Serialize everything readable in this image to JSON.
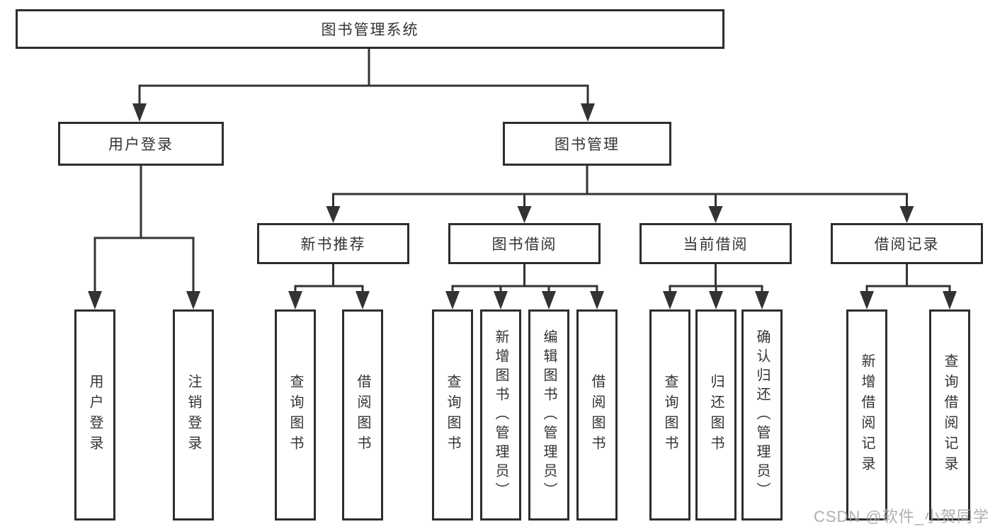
{
  "diagram": {
    "root": {
      "label": "图书管理系统"
    },
    "branches": [
      {
        "label": "用户登录",
        "children": [
          "用户登录",
          "注销登录"
        ]
      },
      {
        "label": "图书管理",
        "sections": [
          {
            "label": "新书推荐",
            "children": [
              "查询图书",
              "借阅图书"
            ]
          },
          {
            "label": "图书借阅",
            "children": [
              "查询图书",
              "新增图书（管理员）",
              "编辑图书（管理员）",
              "借阅图书"
            ]
          },
          {
            "label": "当前借阅",
            "children": [
              "查询图书",
              "归还图书",
              "确认归还（管理员）"
            ]
          },
          {
            "label": "借阅记录",
            "children": [
              "新增借阅记录",
              "查询借阅记录"
            ]
          }
        ]
      }
    ]
  },
  "watermark": {
    "text": "CSDN @软件_小贺同学"
  },
  "colors": {
    "line": "#333333",
    "box_border": "#2d2d2d",
    "text": "#333333",
    "watermark": "#a4a4a4",
    "background": "#ffffff"
  }
}
